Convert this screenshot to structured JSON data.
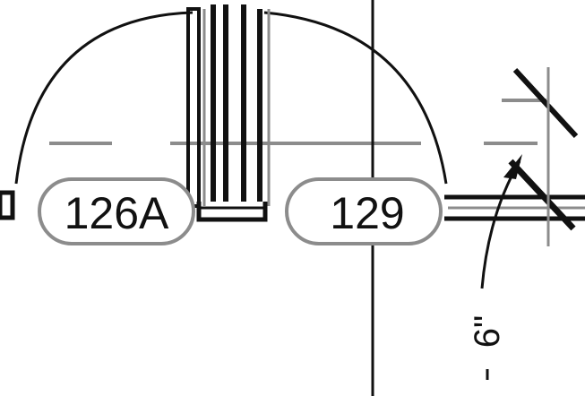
{
  "drawing": {
    "door_tags": [
      {
        "label": "126A"
      },
      {
        "label": "129"
      }
    ],
    "dimension_label": "6\"",
    "colors": {
      "ink": "#111111",
      "gray_line": "#8c8c8c"
    }
  }
}
